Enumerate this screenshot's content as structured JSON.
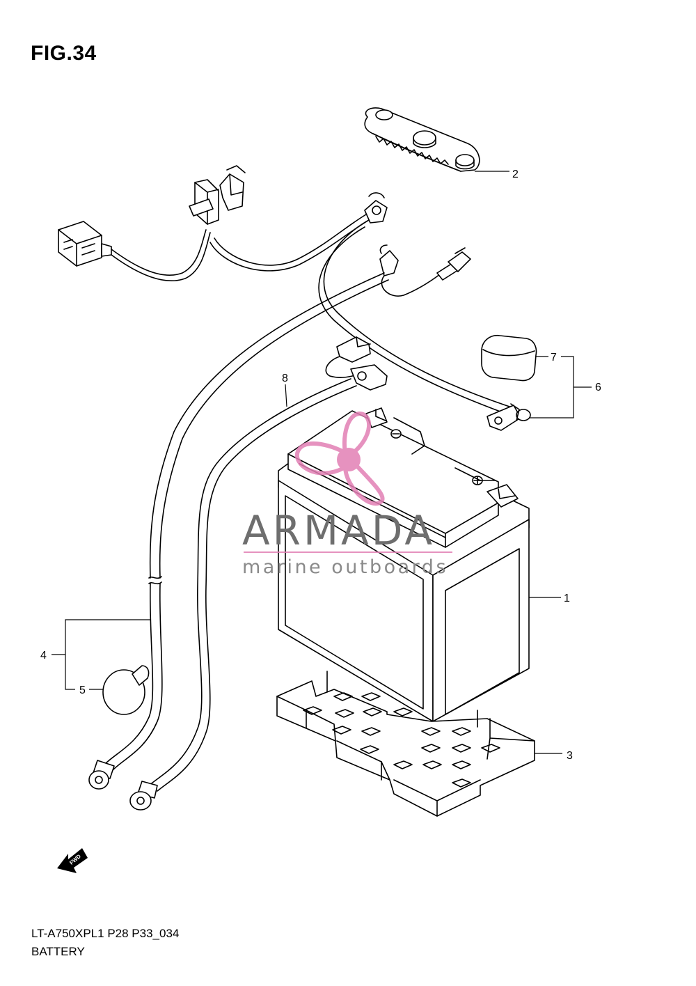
{
  "figure": {
    "title": "FIG.34"
  },
  "footer": {
    "code": "LT-A750XPL1 P28 P33_034",
    "name": "BATTERY"
  },
  "fwd_arrow": {
    "label": "FWD"
  },
  "watermark": {
    "brand": "ARMADA",
    "tagline": "marine outboards",
    "color": "#e27fb4"
  },
  "callouts": [
    {
      "id": "1",
      "label": "1"
    },
    {
      "id": "2",
      "label": "2"
    },
    {
      "id": "3",
      "label": "3"
    },
    {
      "id": "4",
      "label": "4"
    },
    {
      "id": "5",
      "label": "5"
    },
    {
      "id": "6",
      "label": "6"
    },
    {
      "id": "7",
      "label": "7"
    },
    {
      "id": "8",
      "label": "8"
    }
  ]
}
